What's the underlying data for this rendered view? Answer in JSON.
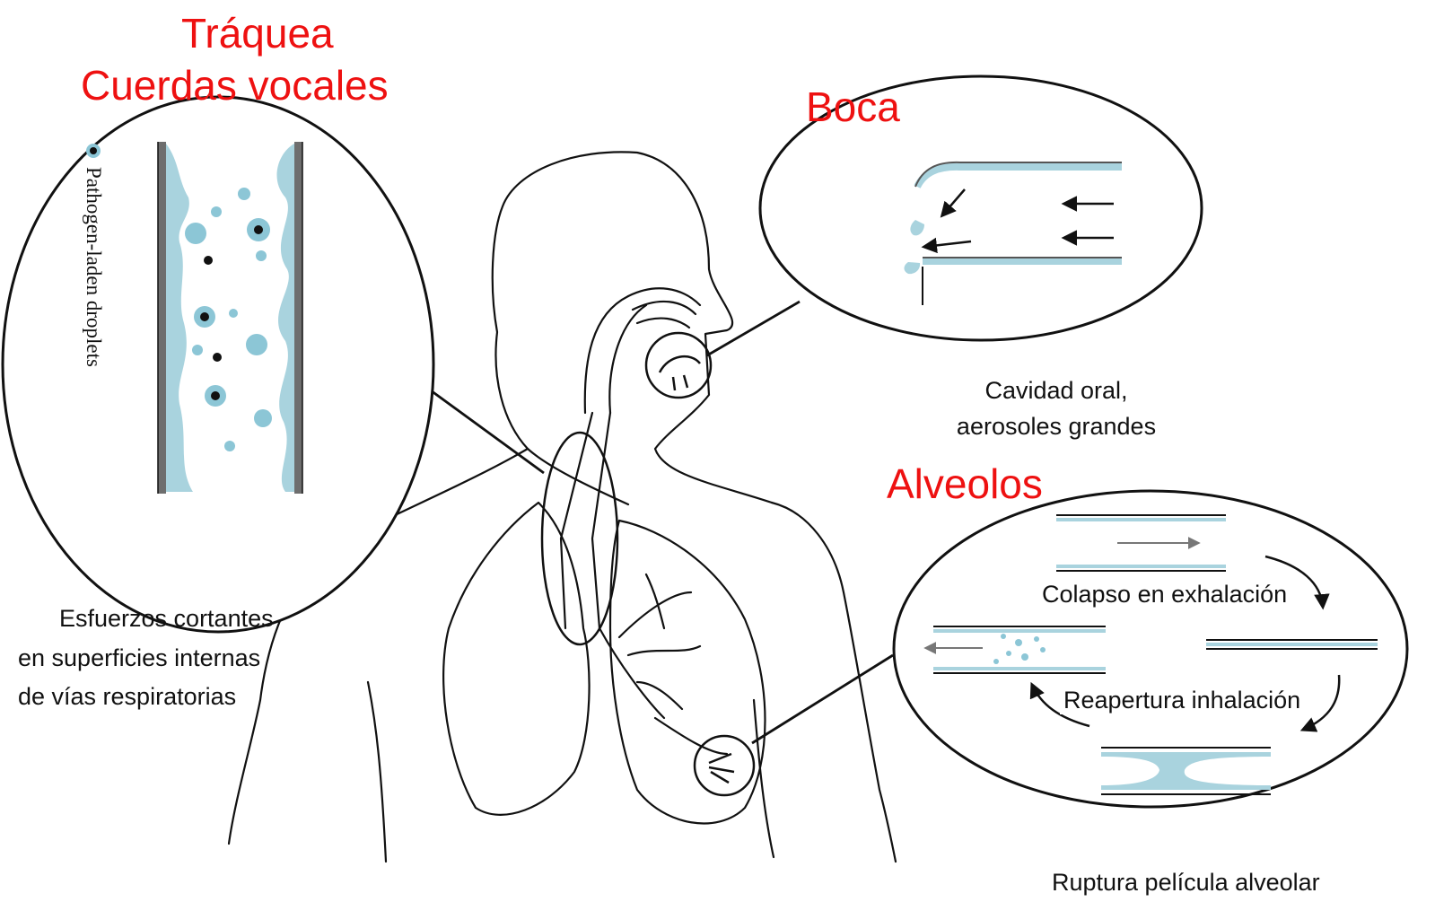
{
  "labels": {
    "trachea_title": "Tráquea",
    "trachea_subtitle": "Cuerdas vocales",
    "mouth_title": "Boca",
    "alveoli_title": "Alveolos",
    "droplets_legend": "Pathogen-laden droplets",
    "oral_caption_1": "Cavidad oral,",
    "oral_caption_2": "aerosoles grandes",
    "shear_caption_1": "Esfuerzos cortantes",
    "shear_caption_2": "en superficies internas",
    "shear_caption_3": "de vías respiratorias",
    "collapse_label": "Colapso en exhalación",
    "reopen_label": "Reapertura inhalación",
    "rupture_caption": "Ruptura película alveolar"
  },
  "colors": {
    "title_red": "#ee1111",
    "mucus_blue": "#a9d3de",
    "droplet_blue": "#8cc6d6",
    "outline": "#111111",
    "wall_grey": "#6e6e6e"
  }
}
